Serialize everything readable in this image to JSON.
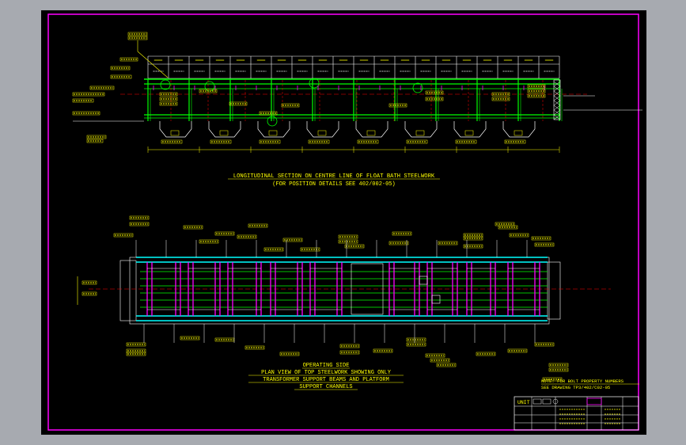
{
  "viewport": {
    "background_color": "#a7aab0",
    "sheet_color": "#000000"
  },
  "colors": {
    "border": "#ff00ff",
    "steel": "#00ff00",
    "annotation": "#ffff00",
    "beam_cyan": "#00ffff",
    "centerline": "#ff0000",
    "magenta": "#ff00ff",
    "white": "#ffffff"
  },
  "section": {
    "title": "LONGITUDINAL SECTION ON CENTRE LINE OF FLOAT BATH STEELWORK",
    "subtitle": "(FOR POSITION DETAILS SEE 402/002-05)"
  },
  "plan": {
    "title_lines": [
      "OPERATING SIDE",
      "PLAN VIEW OF TOP STEELWORK SHOWING ONLY",
      "TRANSFORMER SUPPORT BEAMS AND PLATFORM",
      "SUPPORT CHANNELS"
    ]
  },
  "note": {
    "lines": [
      "NOTE: FOR BOLT PROPERTY NUMBERS",
      "SEE DRAWING TP3/402/C02-05"
    ]
  },
  "title_block": {
    "unit_label": "UNIT"
  }
}
